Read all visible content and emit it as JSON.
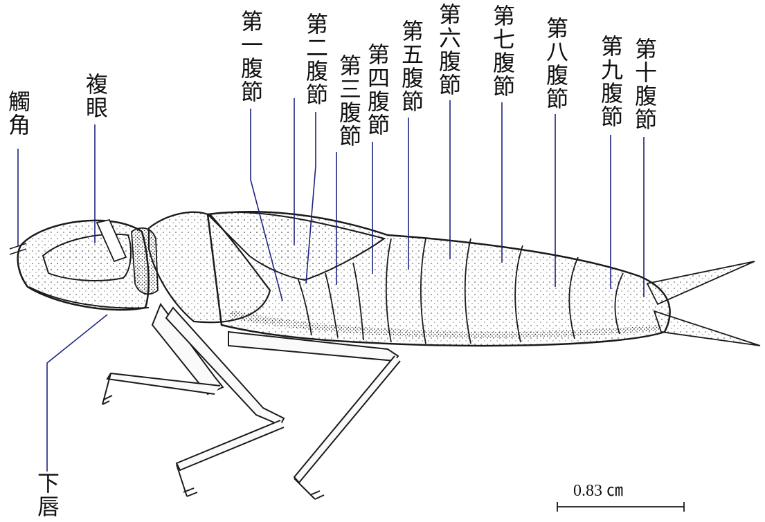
{
  "labels": {
    "antenna": "觸角",
    "compound_eye": "複眼",
    "labium": "下唇",
    "seg1": "第一腹節",
    "seg2": "第二腹節",
    "seg3": "第三腹節",
    "seg4": "第四腹節",
    "seg5": "第五腹節",
    "seg6": "第六腹節",
    "seg7": "第七腹節",
    "seg8": "第八腹節",
    "seg9": "第九腹節",
    "seg10": "第十腹節"
  },
  "scale_bar": {
    "label": "0.83 ㎝"
  },
  "colors": {
    "leader": "#1a237e",
    "ink": "#1a1a1a"
  }
}
